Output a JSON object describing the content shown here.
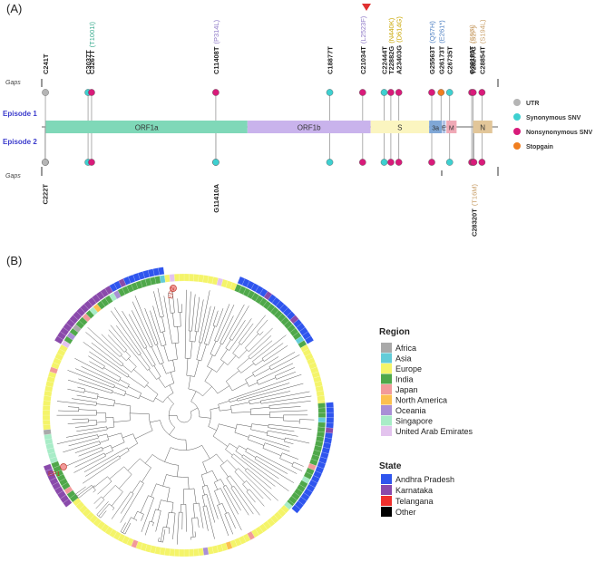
{
  "panel_a": {
    "label": "(A)",
    "gaps_label": "Gaps",
    "episodes": [
      "Episode 1",
      "Episode 2"
    ],
    "genes": [
      {
        "name": "ORF1a",
        "start": 266,
        "end": 13483,
        "color": "#7fd8b8"
      },
      {
        "name": "ORF1b",
        "start": 13483,
        "end": 21555,
        "color": "#c9b3ec"
      },
      {
        "name": "S",
        "start": 21563,
        "end": 25384,
        "color": "#fbf5c0"
      },
      {
        "name": "3a",
        "start": 25393,
        "end": 26220,
        "color": "#7fa7d6"
      },
      {
        "name": "E",
        "start": 26245,
        "end": 26472,
        "color": "#b0c3e6"
      },
      {
        "name": "M",
        "start": 26523,
        "end": 27191,
        "color": "#f0a9b6"
      },
      {
        "name": "N",
        "start": 28274,
        "end": 29533,
        "color": "#e2c699"
      }
    ],
    "variants_top": [
      {
        "label": "C241T",
        "pos": 241,
        "ep1": "UTR",
        "ep2": "UTR"
      },
      {
        "label": "C3037T",
        "pos": 3037,
        "ep1": "Synonymous",
        "ep2": "Synonymous"
      },
      {
        "label": "C3267T",
        "aa": "(T1001I)",
        "aa_color": "#3fae92",
        "pos": 3267,
        "ep1": "Nonsynonymous",
        "ep2": "Nonsynonymous"
      },
      {
        "label": "C11408T",
        "aa": "(P314L)",
        "aa_color": "#8e79c7",
        "pos": 11408,
        "ep1": "Nonsynonymous",
        "ep2": "Nonsynonymous"
      },
      {
        "label": "C18877T",
        "pos": 18877,
        "ep1": "Synonymous",
        "ep2": "Synonymous"
      },
      {
        "label": "C21034T",
        "aa": "(L2523F)",
        "aa_color": "#8e79c7",
        "pos": 21034,
        "ep1": "Nonsynonymous",
        "ep2": "Nonsynonymous"
      },
      {
        "label": "C22444T",
        "pos": 22444,
        "ep1": "Synonymous",
        "ep2": "Synonymous"
      },
      {
        "label": "T22882G",
        "aa": "(N440K)",
        "aa_color": "#c9a600",
        "pos": 22882,
        "ep1": "Nonsynonymous",
        "ep2": "Nonsynonymous"
      },
      {
        "label": "A23403G",
        "aa": "(D614G)",
        "aa_color": "#c9a600",
        "pos": 23403,
        "ep1": "Nonsynonymous",
        "ep2": "Nonsynonymous"
      },
      {
        "label": "G25563T",
        "aa": "(Q57H)",
        "aa_color": "#4c7fc2",
        "pos": 25563,
        "ep1": "Nonsynonymous",
        "ep2": "Nonsynonymous"
      },
      {
        "label": "G26173T",
        "aa": "(E261*)",
        "aa_color": "#4c7fc2",
        "pos": 26173,
        "ep1": "Stopgain",
        "ep2": null
      },
      {
        "label": "C26735T",
        "pos": 26735,
        "ep1": "Synonymous",
        "ep2": "Synonymous"
      },
      {
        "label": "G28183T",
        "aa": "(S97I)",
        "aa_color": "#c9a06a",
        "pos": 28183,
        "ep1": "Nonsynonymous",
        "ep2": "Nonsynonymous"
      },
      {
        "label": "T28277C",
        "aa": "(S2P)",
        "aa_color": "#c9a06a",
        "pos": 28277,
        "ep1": "Nonsynonymous",
        "ep2": "Nonsynonymous"
      },
      {
        "label": "C28854T",
        "aa": "(S194L)",
        "aa_color": "#c9a06a",
        "pos": 28854,
        "ep1": "Nonsynonymous",
        "ep2": "Nonsynonymous"
      }
    ],
    "variants_bottom": [
      {
        "label": "C222T",
        "pos": 222,
        "ep2": "UTR"
      },
      {
        "label": "G11410A",
        "pos": 11410,
        "ep2": "Synonymous"
      },
      {
        "label": "C28320T",
        "aa": "(T16M)",
        "aa_color": "#c9a06a",
        "pos": 28320,
        "ep2": "Nonsynonymous"
      }
    ],
    "legend": [
      {
        "label": "UTR",
        "color": "#b5b5b5"
      },
      {
        "label": "Synonymous SNV",
        "color": "#3ed0d0"
      },
      {
        "label": "Nonsynonymous SNV",
        "color": "#d81b7a"
      },
      {
        "label": "Stopgain",
        "color": "#f07e1f"
      }
    ]
  },
  "panel_b": {
    "label": "(B)",
    "tip_labels": [
      "EP1",
      "EP2"
    ],
    "region_title": "Region",
    "regions": [
      {
        "name": "Africa",
        "color": "#a9a9a9"
      },
      {
        "name": "Asia",
        "color": "#63ccd8"
      },
      {
        "name": "Europe",
        "color": "#f4f469"
      },
      {
        "name": "India",
        "color": "#4fa84a"
      },
      {
        "name": "Japan",
        "color": "#f29a9a"
      },
      {
        "name": "North America",
        "color": "#fcc04f"
      },
      {
        "name": "Oceania",
        "color": "#a98fd6"
      },
      {
        "name": "Singapore",
        "color": "#a8ecc7"
      },
      {
        "name": "United Arab Emirates",
        "color": "#e3c3ee"
      }
    ],
    "state_title": "State",
    "states": [
      {
        "name": "Andhra Pradesh",
        "color": "#2f55ee"
      },
      {
        "name": "Karnataka",
        "color": "#8a4aab"
      },
      {
        "name": "Telangana",
        "color": "#f0302d"
      },
      {
        "name": "Other",
        "color": "#000000"
      }
    ],
    "ring_segments": [
      {
        "from": 0,
        "to": 22,
        "region": "Europe",
        "state": null
      },
      {
        "from": 22,
        "to": 60,
        "region": "India",
        "state": "Andhra Pradesh"
      },
      {
        "from": 60,
        "to": 85,
        "region": "Europe",
        "state": null
      },
      {
        "from": 85,
        "to": 130,
        "region": "India",
        "state": "Andhra Pradesh"
      },
      {
        "from": 130,
        "to": 140,
        "region": "Europe",
        "state": null
      },
      {
        "from": 140,
        "to": 232,
        "region": "Europe",
        "state": null
      },
      {
        "from": 232,
        "to": 250,
        "region": "India",
        "state": "Karnataka"
      },
      {
        "from": 250,
        "to": 262,
        "region": "Singapore",
        "state": null
      },
      {
        "from": 262,
        "to": 300,
        "region": "Europe",
        "state": null
      },
      {
        "from": 300,
        "to": 330,
        "region": "India",
        "state": "Karnataka"
      },
      {
        "from": 330,
        "to": 352,
        "region": "India",
        "state": "Andhra Pradesh"
      },
      {
        "from": 352,
        "to": 360,
        "region": "Europe",
        "state": null
      }
    ]
  }
}
